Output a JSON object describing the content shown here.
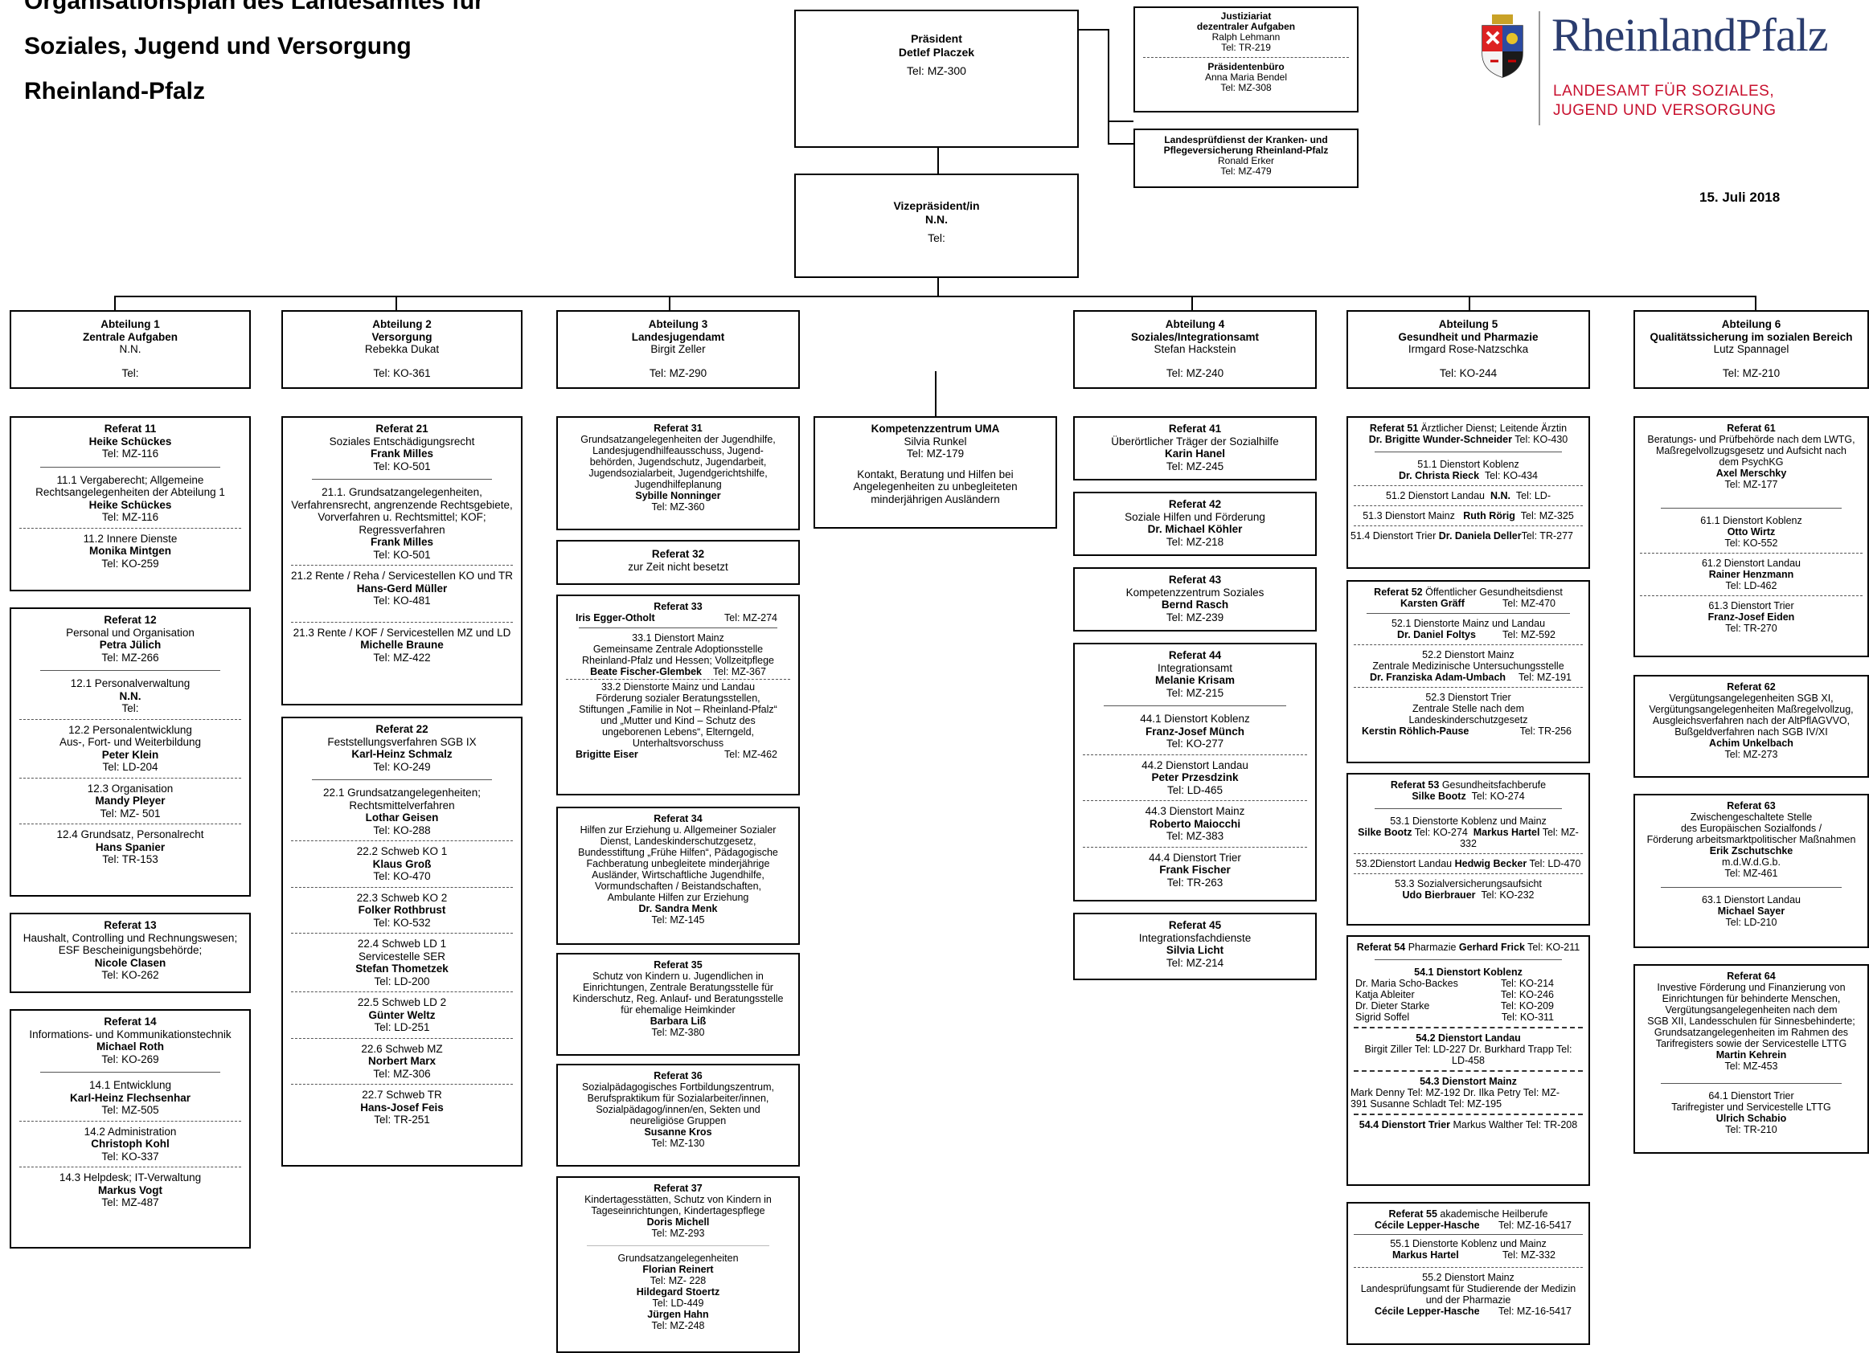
{
  "title": {
    "l1": "Organisationsplan des Landesamtes für",
    "l2": "Soziales, Jugend und Versorgung",
    "l3": "Rheinland-Pfalz"
  },
  "date": "15. Juli 2018",
  "logo": {
    "brand": "RheinlandPfalz",
    "sub1": "LANDESAMT FÜR SOZIALES,",
    "sub2": "JUGEND UND VERSORGUNG",
    "brand_color": "#2a3c6e",
    "sub_color": "#c8102e"
  },
  "praesident": {
    "t": "Präsident",
    "n": "Detlef Placzek",
    "tel": "Tel: MZ-300"
  },
  "justiz": {
    "t1": "Justiziariat",
    "t2": "dezentraler Aufgaben",
    "n": "Ralph Lehmann",
    "tel": "Tel: TR-219",
    "t3": "Präsidentenbüro",
    "n2": "Anna Maria Bendel",
    "tel2": "Tel: MZ-308"
  },
  "lpd": {
    "t1": "Landesprüfdienst der Kranken- und",
    "t2": "Pflegeversicherung Rheinland-Pfalz",
    "n": "Ronald Erker",
    "tel": "Tel: MZ-479"
  },
  "vize": {
    "t": "Vizepräsident/in",
    "n": "N.N.",
    "tel": "Tel:"
  },
  "abt": [
    {
      "t": "Abteilung 1",
      "s": "Zentrale Aufgaben",
      "n": "N.N.",
      "tel": "Tel:"
    },
    {
      "t": "Abteilung 2",
      "s": "Versorgung",
      "n": "Rebekka Dukat",
      "tel": "Tel: KO-361"
    },
    {
      "t": "Abteilung 3",
      "s": "Landesjugendamt",
      "n": "Birgit Zeller",
      "tel": "Tel: MZ-290"
    },
    {
      "t": "Abteilung 4",
      "s": "Soziales/Integrationsamt",
      "n": "Stefan Hackstein",
      "tel": "Tel: MZ-240"
    },
    {
      "t": "Abteilung 5",
      "s": "Gesundheit und Pharmazie",
      "n": "Irmgard Rose-Natzschka",
      "tel": "Tel: KO-244"
    },
    {
      "t": "Abteilung 6",
      "s": "Qualitätssicherung im sozialen Bereich",
      "n": "Lutz Spannagel",
      "tel": "Tel: MZ-210"
    }
  ],
  "r11": {
    "t": "Referat 11",
    "n": "Heike Schückes",
    "tel": "Tel: MZ-116",
    "a": "11.1 Vergaberecht; Allgemeine",
    "b": "Rechtsangelegenheiten der Abteilung 1",
    "an": "Heike Schückes",
    "atel": "Tel: MZ-116",
    "c": "11.2 Innere Dienste",
    "cn": "Monika Mintgen",
    "ctel": "Tel: KO-259"
  },
  "r12": {
    "t": "Referat 12",
    "s": "Personal und Organisation",
    "n": "Petra Jülich",
    "tel": "Tel: MZ-266",
    "a": "12.1 Personalverwaltung",
    "an": "N.N.",
    "atel": "Tel:",
    "b": "12.2 Personalentwicklung",
    "b2": "Aus-, Fort- und Weiterbildung",
    "bn": "Peter Klein",
    "btel": "Tel: LD-204",
    "c": "12.3 Organisation",
    "cn": "Mandy Pleyer",
    "ctel": "Tel: MZ- 501",
    "d": "12.4 Grundsatz, Personalrecht",
    "dn": "Hans Spanier",
    "dtel": "Tel: TR-153"
  },
  "r13": {
    "t": "Referat 13",
    "s1": "Haushalt, Controlling und Rechnungswesen;",
    "s2": "ESF Bescheinigungsbehörde;",
    "n": "Nicole Clasen",
    "tel": "Tel: KO-262"
  },
  "r14": {
    "t": "Referat 14",
    "s": "Informations- und Kommunikationstechnik",
    "n": "Michael Roth",
    "tel": "Tel: KO-269",
    "a": "14.1 Entwicklung",
    "an": "Karl-Heinz Flechsenhar",
    "atel": "Tel: MZ-505",
    "b": "14.2 Administration",
    "bn": "Christoph Kohl",
    "btel": "Tel: KO-337",
    "c": "14.3 Helpdesk; IT-Verwaltung",
    "cn": "Markus Vogt",
    "ctel": "Tel: MZ-487"
  },
  "r21": {
    "t": "Referat 21",
    "s": "Soziales Entschädigungsrecht",
    "n": "Frank Milles",
    "tel": "Tel: KO-501",
    "a1": "21.1. Grundsatzangelegenheiten,",
    "a2": "Verfahrensrecht, angrenzende Rechtsgebiete,",
    "a3": "Vorverfahren u. Rechtsmittel; KOF;",
    "a4": "Regressverfahren",
    "an": "Frank Milles",
    "atel": "Tel: KO-501",
    "b": "21.2 Rente / Reha / Servicestellen KO und TR",
    "bn": "Hans-Gerd Müller",
    "btel": "Tel: KO-481",
    "c": "21.3 Rente / KOF / Servicestellen MZ und LD",
    "cn": "Michelle Braune",
    "ctel": "Tel: MZ-422"
  },
  "r22": {
    "t": "Referat 22",
    "s": "Feststellungsverfahren SGB IX",
    "n": "Karl-Heinz Schmalz",
    "tel": "Tel: KO-249",
    "a1": "22.1 Grundsatzangelegenheiten;",
    "a2": "Rechtsmittelverfahren",
    "an": "Lothar Geisen",
    "atel": "Tel: KO-288",
    "b": "22.2 Schweb KO 1",
    "bn": "Klaus Groß",
    "btel": "Tel: KO-470",
    "c": "22.3 Schweb KO 2",
    "cn": "Folker Rothbrust",
    "ctel": "Tel: KO-532",
    "d1": "22.4 Schweb LD 1",
    "d2": "Servicestelle SER",
    "dn": "Stefan Thometzek",
    "dtel": "Tel: LD-200",
    "e": "22.5 Schweb LD 2",
    "en": "Günter Weltz",
    "etel": "Tel: LD-251",
    "f": "22.6 Schweb MZ",
    "fn": "Norbert Marx",
    "ftel": "Tel: MZ-306",
    "g": "22.7 Schweb TR",
    "gn": "Hans-Josef Feis",
    "gtel": "Tel: TR-251"
  },
  "r31": {
    "t": "Referat 31",
    "l1": "Grundsatzangelegenheiten der Jugendhilfe,",
    "l2": "Landesjugendhilfeausschuss, Jugend-",
    "l3": "behörden, Jugendschutz, Jugendarbeit,",
    "l4": "Jugendsozialarbeit, Jugendgerichtshilfe,",
    "l5": "Jugendhilfeplanung",
    "n": "Sybille Nonninger",
    "tel": "Tel: MZ-360"
  },
  "r32": {
    "t": "Referat 32",
    "s": "zur Zeit nicht besetzt"
  },
  "r33": {
    "t": "Referat 33",
    "n": "Iris Egger-Otholt",
    "tel": "Tel: MZ-274",
    "a": "33.1 Dienstort Mainz",
    "a1": "Gemeinsame Zentrale Adoptionsstelle",
    "a2": "Rheinland-Pfalz und Hessen; Vollzeitpflege",
    "an": "Beate Fischer-Glembek",
    "atel": "Tel: MZ-367",
    "b": "33.2 Dienstorte Mainz und Landau",
    "b1": "Förderung sozialer Beratungsstellen,",
    "b2": "Stiftungen „Familie in Not – Rheinland-Pfalz“",
    "b3": "und „Mutter und Kind – Schutz des",
    "b4": "ungeborenen Lebens“, Elterngeld,",
    "b5": "Unterhaltsvorschuss",
    "bn": "Brigitte Eiser",
    "btel": "Tel: MZ-462"
  },
  "r34": {
    "t": "Referat 34",
    "l1": "Hilfen zur Erziehung u. Allgemeiner Sozialer",
    "l2": "Dienst, Landeskinderschutzgesetz,",
    "l3": "Bundesstiftung „Frühe Hilfen“, Pädagogische",
    "l4": "Fachberatung unbegleitete minderjährige",
    "l5": "Ausländer, Wirtschaftliche Jugendhilfe,",
    "l6": "Vormundschaften / Beistandschaften,",
    "l7": "Ambulante Hilfen zur Erziehung",
    "n": "Dr. Sandra Menk",
    "tel": "Tel: MZ-145"
  },
  "r35": {
    "t": "Referat 35",
    "l1": "Schutz von Kindern u. Jugendlichen in",
    "l2": "Einrichtungen, Zentrale Beratungsstelle für",
    "l3": "Kinderschutz, Reg. Anlauf- und Beratungsstelle",
    "l4": "für ehemalige Heimkinder",
    "n": "Barbara Liß",
    "tel": "Tel: MZ-380"
  },
  "r36": {
    "t": "Referat 36",
    "l1": "Sozialpädagogisches Fortbildungszentrum,",
    "l2": "Berufspraktikum für Sozialarbeiter/innen,",
    "l3": "Sozialpädagog/innen/en, Sekten und",
    "l4": "neureligiöse Gruppen",
    "n": "Susanne Kros",
    "tel": "Tel: MZ-130"
  },
  "r37": {
    "t": "Referat 37",
    "l1": "Kindertagesstätten, Schutz von Kindern in",
    "l2": "Tageseinrichtungen, Kindertagespflege",
    "n": "Doris Michell",
    "tel": "Tel: MZ-293",
    "a": "Grundsatzangelegenheiten",
    "an": "Florian Reinert",
    "atel": "Tel: MZ- 228",
    "bn": "Hildegard Stoertz",
    "btel": "Tel: LD-449",
    "cn": "Jürgen Hahn",
    "ctel": "Tel: MZ-248"
  },
  "uma": {
    "t": "Kompetenzzentrum UMA",
    "n": "Silvia Runkel",
    "tel": "Tel: MZ-179",
    "l1": "Kontakt, Beratung und Hilfen bei",
    "l2": "Angelegenheiten zu unbegleiteten",
    "l3": "minderjährigen Ausländern"
  },
  "r41": {
    "t": "Referat 41",
    "s": "Überörtlicher Träger der Sozialhilfe",
    "n": "Karin Hanel",
    "tel": "Tel: MZ-245"
  },
  "r42": {
    "t": "Referat 42",
    "s": "Soziale Hilfen und Förderung",
    "n": "Dr. Michael Köhler",
    "tel": "Tel: MZ-218"
  },
  "r43": {
    "t": "Referat 43",
    "s": "Kompetenzzentrum Soziales",
    "n": "Bernd Rasch",
    "tel": "Tel: MZ-239"
  },
  "r44": {
    "t": "Referat 44",
    "s": "Integrationsamt",
    "n": "Melanie Krisam",
    "tel": "Tel: MZ-215",
    "a": "44.1 Dienstort Koblenz",
    "an": "Franz-Josef Münch",
    "atel": "Tel:  KO-277",
    "b": "44.2 Dienstort Landau",
    "bn": "Peter Przesdzink",
    "btel": "Tel: LD-465",
    "c": "44.3 Dienstort Mainz",
    "cn": "Roberto Maiocchi",
    "ctel": "Tel: MZ-383",
    "d": "44.4 Dienstort Trier",
    "dn": "Frank Fischer",
    "dtel": "Tel: TR-263"
  },
  "r45": {
    "t": "Referat 45",
    "s": "Integrationsfachdienste",
    "n": "Silvia Licht",
    "tel": "Tel: MZ-214"
  },
  "r51": {
    "t": "Referat  51",
    "s": "Ärztlicher Dienst; Leitende Ärztin",
    "n": "Dr. Brigitte Wunder-Schneider",
    "tel": "Tel: KO-430",
    "a": "51.1 Dienstort Koblenz",
    "an": "Dr. Christa Rieck",
    "atel": "Tel: KO-434",
    "b": "51.2 Dienstort Landau",
    "bn": "N.N.",
    "btel": "Tel: LD-",
    "c": "51.3 Dienstort Mainz",
    "cn": "Ruth Rörig",
    "ctel": "Tel: MZ-325",
    "d": "51.4 Dienstort Trier",
    "dn": "Dr. Daniela Deller",
    "dtel": "Tel: TR-277"
  },
  "r52": {
    "t": "Referat  52",
    "s": "Öffentlicher Gesundheitsdienst",
    "n": "Karsten Gräff",
    "tel": "Tel: MZ-470",
    "a": "52.1 Dienstorte Mainz und Landau",
    "an": "Dr. Daniel Foltys",
    "atel": "Tel: MZ-592",
    "b": "52.2 Dienstort Mainz",
    "b1": "Zentrale Medizinische Untersuchungsstelle",
    "bn": "Dr. Franziska Adam-Umbach",
    "btel": "Tel: MZ-191",
    "c": "52.3 Dienstort Trier",
    "c1": "Zentrale Stelle nach dem",
    "c2": "Landeskinderschutzgesetz",
    "cn": "Kerstin Röhlich-Pause",
    "ctel": "Tel: TR-256"
  },
  "r53": {
    "t": "Referat  53",
    "s": "Gesundheitsfachberufe",
    "n": "Silke Bootz",
    "tel": "Tel: KO-274",
    "a": "53.1 Dienstorte Koblenz und Mainz",
    "an": "Silke Bootz",
    "atel": "Tel: KO-274",
    "an2": "Markus Hartel",
    "atel2": "Tel: MZ-332",
    "b": "53.2Dienstort Landau",
    "bn": "Hedwig Becker",
    "btel": "Tel: LD-470",
    "c": "53.3 Sozialversicherungsaufsicht",
    "cn": "Udo Bierbrauer",
    "ctel": "Tel: KO-232"
  },
  "r54": {
    "t": "Referat  54",
    "s": "Pharmazie",
    "n": "Gerhard Frick",
    "tel": "Tel: KO-211",
    "a": "54.1 Dienstort Koblenz",
    "p": [
      [
        "Dr. Maria Scho-Backes",
        "Tel: KO-214"
      ],
      [
        "Katja Ableiter",
        "Tel: KO-246"
      ],
      [
        "Dr. Dieter Starke",
        "Tel: KO-209"
      ],
      [
        "Sigrid Soffel",
        "Tel: KO-311"
      ]
    ],
    "b": "54.2 Dienstort Landau",
    "b1": "Birgit Ziller Tel: LD-227 Dr. Burkhard Trapp Tel:",
    "b2": "LD-458",
    "c": "54.3 Dienstort Mainz",
    "c1": "Mark Denny Tel: MZ-192   Dr. Ilka Petry Tel: MZ-",
    "c2": "391            Susanne Schladt  Tel: MZ-195",
    "d": "54.4 Dienstort Trier",
    "d1": "Markus Walther  Tel: TR-208"
  },
  "r55": {
    "t": "Referat  55",
    "s": "akademische Heilberufe",
    "n": "Cécile Lepper-Hasche",
    "tel": "Tel: MZ-16-5417",
    "a": "55.1 Dienstorte Koblenz und Mainz",
    "an": "Markus Hartel",
    "atel": "Tel: MZ-332",
    "b": "55.2 Dienstort Mainz",
    "b1": "Landesprüfungsamt für Studierende der Medizin",
    "b2": "und der Pharmazie",
    "bn": "Cécile Lepper-Hasche",
    "btel": "Tel: MZ-16-5417"
  },
  "r61": {
    "t": "Referat  61",
    "l1": "Beratungs- und Prüfbehörde nach dem LWTG,",
    "l2": "Maßregelvollzugsgesetz und Aufsicht nach",
    "l3": "dem PsychKG",
    "n": "Axel Merschky",
    "tel": "Tel: MZ-177",
    "a": "61.1 Dienstort Koblenz",
    "an": "Otto Wirtz",
    "atel": "Tel: KO-552",
    "b": "61.2 Dienstort Landau",
    "bn": "Rainer Henzmann",
    "btel": "Tel: LD-462",
    "c": "61.3 Dienstort Trier",
    "cn": "Franz-Josef Eiden",
    "ctel": "Tel: TR-270"
  },
  "r62": {
    "t": "Referat  62",
    "l1": "Vergütungsangelegenheiten SGB XI,",
    "l2": "Vergütungsangelegenheiten Maßregelvollzug,",
    "l3": "Ausgleichsverfahren nach der AltPflAGVVO,",
    "l4": "Bußgeldverfahren nach SGB IV/XI",
    "n": "Achim Unkelbach",
    "tel": "Tel: MZ-273"
  },
  "r63": {
    "t": "Referat  63",
    "l1": "Zwischengeschaltete Stelle",
    "l2": "des Europäischen Sozialfonds /",
    "l3": "Förderung arbeitsmarktpolitischer Maßnahmen",
    "n": "Erik Zschutschke",
    "n2": "m.d.W.d.G.b.",
    "tel": "Tel: MZ-461",
    "a": "63.1 Dienstort Landau",
    "an": "Michael Sayer",
    "atel": "Tel: LD-210"
  },
  "r64": {
    "t": "Referat  64",
    "l1": "Investive Förderung und Finanzierung von",
    "l2": "Einrichtungen für behinderte Menschen,",
    "l3": "Vergütungsangelegenheiten nach dem",
    "l4": "SGB XII, Landesschulen für Sinnesbehinderte;",
    "l5": "Grundsatzangelegenheiten im Rahmen des",
    "l6": "Tarifregisters sowie der Servicestelle LTTG",
    "n": "Martin Kehrein",
    "tel": "Tel: MZ-453",
    "a": "64.1 Dienstort Trier",
    "a1": "Tarifregister und Servicestelle LTTG",
    "an": "Ulrich Schabio",
    "atel": "Tel: TR-210"
  }
}
